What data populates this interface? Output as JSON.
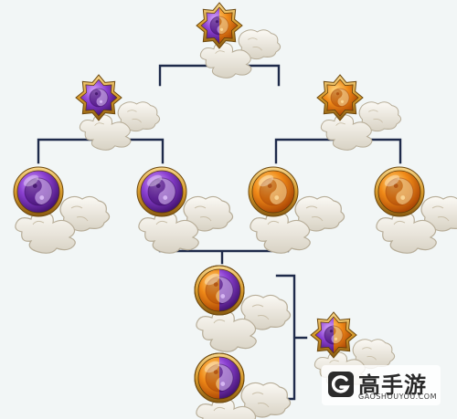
{
  "palette": {
    "background": "#f2f6f6",
    "connector": "#1e2a4a",
    "purple_light": "#c58cf0",
    "purple_dark": "#4a137a",
    "orange_light": "#ffc15a",
    "orange_dark": "#b34a04",
    "gold_rim": "#e0a53a",
    "cloud": "#eeeae2"
  },
  "tree": {
    "root": {
      "icon": "mixed-star-emblem-icon",
      "type": "star",
      "split": "purple-orange"
    },
    "level2": [
      {
        "icon": "purple-star-emblem-icon",
        "type": "star",
        "color": "purple"
      },
      {
        "icon": "orange-star-emblem-icon",
        "type": "star",
        "color": "orange"
      }
    ],
    "level3": [
      {
        "icon": "purple-yin-yang-orb-icon",
        "type": "orb",
        "color": "purple"
      },
      {
        "icon": "purple-yin-yang-orb-icon",
        "type": "orb",
        "color": "purple"
      },
      {
        "icon": "orange-yin-yang-orb-icon",
        "type": "orb",
        "color": "orange"
      },
      {
        "icon": "orange-yin-yang-orb-icon",
        "type": "orb",
        "color": "orange"
      }
    ],
    "merged_orbs": [
      {
        "icon": "mixed-yin-yang-orb-icon",
        "type": "orb",
        "split": "purple-orange"
      },
      {
        "icon": "mixed-yin-yang-orb-icon",
        "type": "orb",
        "split": "purple-orange"
      }
    ],
    "result": {
      "icon": "mixed-star-emblem-icon",
      "type": "star",
      "split": "purple-orange"
    }
  },
  "watermark": {
    "logo_icon": "g-logo-icon",
    "title": "高手游",
    "subtitle": "GAOSHOUYOU.COM"
  }
}
